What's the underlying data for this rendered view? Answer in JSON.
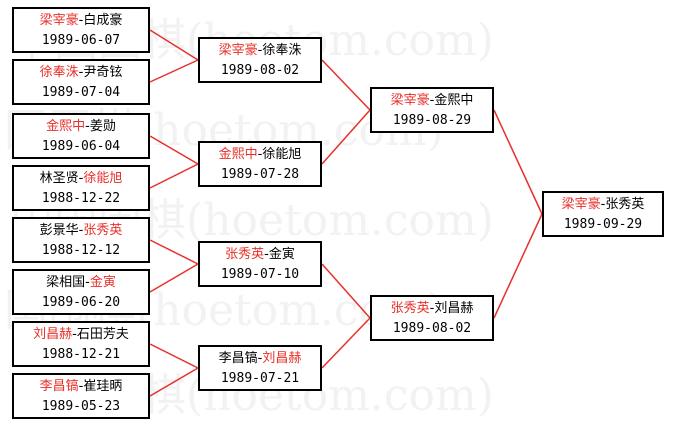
{
  "watermark": {
    "text": "中国围棋(hoetom.com)"
  },
  "round1": [
    {
      "winner": "梁宰豪",
      "loser": "白成豪",
      "winner_first": true,
      "date": "1989-06-07"
    },
    {
      "winner": "徐奉洙",
      "loser": "尹奇铉",
      "winner_first": true,
      "date": "1989-07-04"
    },
    {
      "winner": "金熙中",
      "loser": "姜勋",
      "winner_first": true,
      "date": "1989-06-04"
    },
    {
      "winner": "徐能旭",
      "loser": "林圣贤",
      "winner_first": false,
      "date": "1988-12-22"
    },
    {
      "winner": "张秀英",
      "loser": "彭景华",
      "winner_first": false,
      "date": "1988-12-12"
    },
    {
      "winner": "金寅",
      "loser": "梁相国",
      "winner_first": false,
      "date": "1989-06-20"
    },
    {
      "winner": "刘昌赫",
      "loser": "石田芳夫",
      "winner_first": true,
      "date": "1988-12-21"
    },
    {
      "winner": "李昌镐",
      "loser": "崔珪昞",
      "winner_first": true,
      "date": "1989-05-23"
    }
  ],
  "round2": [
    {
      "winner": "梁宰豪",
      "loser": "徐奉洙",
      "winner_first": true,
      "date": "1989-08-02"
    },
    {
      "winner": "金熙中",
      "loser": "徐能旭",
      "winner_first": true,
      "date": "1989-07-28"
    },
    {
      "winner": "张秀英",
      "loser": "金寅",
      "winner_first": true,
      "date": "1989-07-10"
    },
    {
      "winner": "刘昌赫",
      "loser": "李昌镐",
      "winner_first": false,
      "date": "1989-07-21"
    }
  ],
  "round3": [
    {
      "winner": "梁宰豪",
      "loser": "金熙中",
      "winner_first": true,
      "date": "1989-08-29"
    },
    {
      "winner": "张秀英",
      "loser": "刘昌赫",
      "winner_first": true,
      "date": "1989-08-02"
    }
  ],
  "final": [
    {
      "winner": "梁宰豪",
      "loser": "张秀英",
      "winner_first": true,
      "date": "1989-09-29"
    }
  ],
  "separator": "-",
  "colors": {
    "winner": "#e8302a",
    "line": "#e8302a",
    "border": "#000000"
  }
}
